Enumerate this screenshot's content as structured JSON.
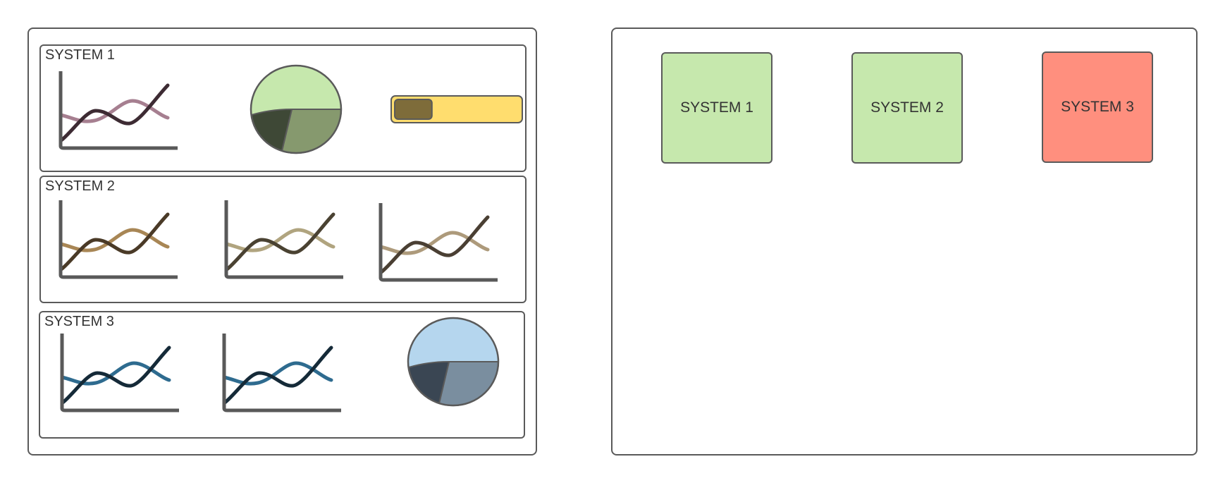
{
  "left_panel": {
    "systems": [
      {
        "label": "SYSTEM 1",
        "widgets": [
          {
            "type": "line-chart",
            "icon": "line-chart-icon",
            "colors": {
              "light": "#a67f90",
              "dark": "#3d2b33"
            }
          },
          {
            "type": "pie-chart",
            "icon": "pie-chart-icon",
            "colors": {
              "main": "#c6e8ad",
              "mid": "#86996e",
              "dark": "#3e4836"
            }
          },
          {
            "type": "progress-bar",
            "icon": "progress-bar-icon",
            "progress": 0.3,
            "colors": {
              "track": "#ffdd6e",
              "fill": "#7e6c3a"
            }
          }
        ]
      },
      {
        "label": "SYSTEM 2",
        "widgets": [
          {
            "type": "line-chart",
            "icon": "line-chart-icon",
            "colors": {
              "light": "#a88655",
              "dark": "#4a3a27"
            }
          },
          {
            "type": "line-chart",
            "icon": "line-chart-icon",
            "colors": {
              "light": "#b0a47f",
              "dark": "#4a4232"
            }
          },
          {
            "type": "line-chart",
            "icon": "line-chart-icon",
            "colors": {
              "light": "#ad9a7b",
              "dark": "#4a3f33"
            }
          }
        ]
      },
      {
        "label": "SYSTEM 3",
        "widgets": [
          {
            "type": "line-chart",
            "icon": "line-chart-icon",
            "colors": {
              "light": "#2e6b8f",
              "dark": "#152a38"
            }
          },
          {
            "type": "line-chart",
            "icon": "line-chart-icon",
            "colors": {
              "light": "#2e6b8f",
              "dark": "#152a38"
            }
          },
          {
            "type": "pie-chart",
            "icon": "pie-chart-icon",
            "colors": {
              "main": "#b5d6ee",
              "mid": "#7a8e9f",
              "dark": "#3a4653"
            }
          }
        ]
      }
    ]
  },
  "right_panel": {
    "status_boxes": [
      {
        "label": "SYSTEM 1",
        "color": "#c6e8ad",
        "status": "ok"
      },
      {
        "label": "SYSTEM 2",
        "color": "#c6e8ad",
        "status": "ok"
      },
      {
        "label": "SYSTEM 3",
        "color": "#ff8f7e",
        "status": "alert"
      }
    ]
  },
  "colors": {
    "border": "#5a5a5a",
    "axis": "#595959"
  }
}
